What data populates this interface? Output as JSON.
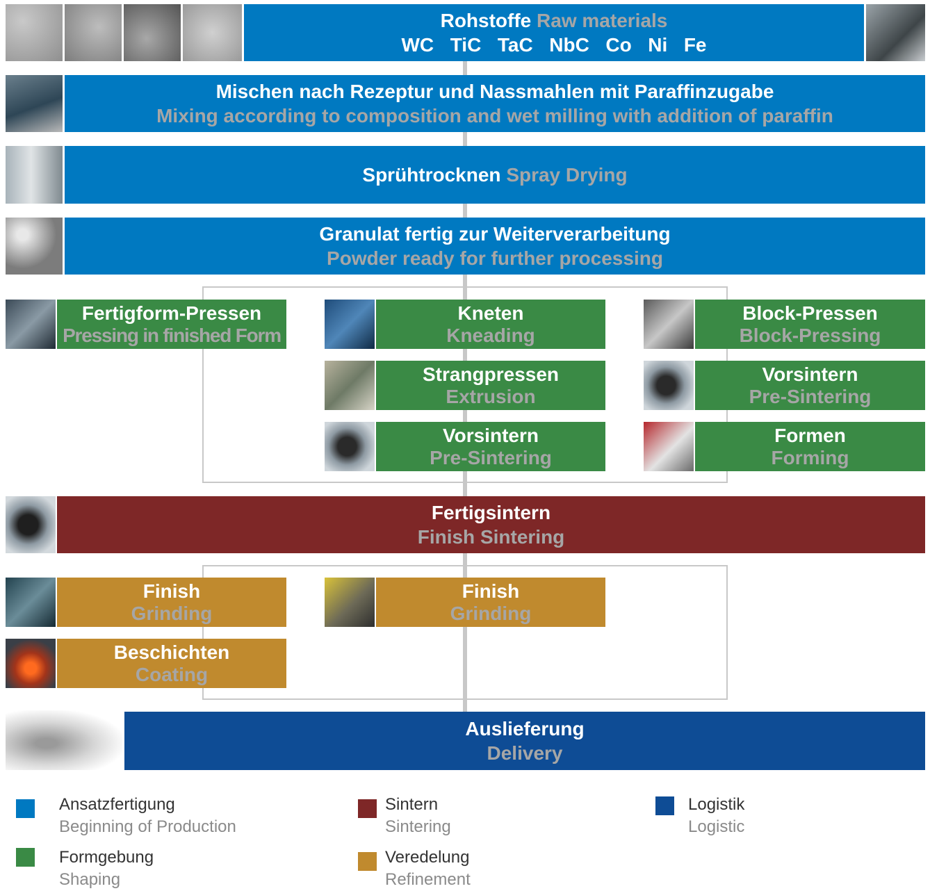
{
  "raw": {
    "de": "Rohstoffe",
    "en": "Raw materials",
    "materials": [
      "WC",
      "TiC",
      "TaC",
      "NbC",
      "Co",
      "Ni",
      "Fe"
    ]
  },
  "mixing": {
    "de": "Mischen nach Rezeptur und Nassmahlen mit Paraffinzugabe",
    "en": "Mixing according to composition and wet milling with addition of paraffin"
  },
  "spray": {
    "de": "Sprühtrocknen",
    "en": "Spray Drying"
  },
  "granulate": {
    "de": "Granulat fertig zur Weiterverarbeitung",
    "en": "Powder ready for further processing"
  },
  "shaping": {
    "left": [
      {
        "de": "Fertigform-Pressen",
        "en": "Pressing in finished Form"
      }
    ],
    "middle": [
      {
        "de": "Kneten",
        "en": "Kneading"
      },
      {
        "de": "Strangpressen",
        "en": "Extrusion"
      },
      {
        "de": "Vorsintern",
        "en": "Pre-Sintering"
      }
    ],
    "right": [
      {
        "de": "Block-Pressen",
        "en": "Block-Pressing"
      },
      {
        "de": "Vorsintern",
        "en": "Pre-Sintering"
      },
      {
        "de": "Formen",
        "en": "Forming"
      }
    ]
  },
  "sintering": {
    "de": "Fertigsintern",
    "en": "Finish Sintering"
  },
  "refinement": {
    "left": [
      {
        "de": "Finish",
        "en": "Grinding"
      },
      {
        "de": "Beschichten",
        "en": "Coating"
      }
    ],
    "middle": [
      {
        "de": "Finish",
        "en": "Grinding"
      }
    ]
  },
  "delivery": {
    "de": "Auslieferung",
    "en": "Delivery"
  },
  "legend": [
    {
      "de": "Ansatzfertigung",
      "en": "Beginning of Production",
      "color": "#0079c1"
    },
    {
      "de": "Sintern",
      "en": "Sintering",
      "color": "#7e2727"
    },
    {
      "de": "Logistik",
      "en": "Logistic",
      "color": "#0e4c95"
    },
    {
      "de": "Formgebung",
      "en": "Shaping",
      "color": "#3a8a45"
    },
    {
      "de": "Veredelung",
      "en": "Refinement",
      "color": "#c08a2e"
    }
  ]
}
